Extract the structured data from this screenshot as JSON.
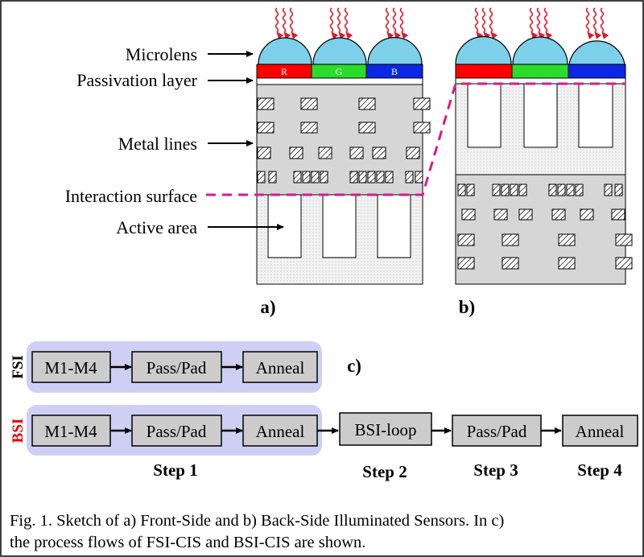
{
  "labels": {
    "microlens": "Microlens",
    "passivation": "Passivation layer",
    "metal": "Metal lines",
    "interaction": "Interaction surface",
    "active": "Active area"
  },
  "filters": {
    "r": "R",
    "g": "G",
    "b": "B"
  },
  "panels": {
    "a": "a)",
    "b": "b)",
    "c": "c)"
  },
  "flow": {
    "fsi_tag": "FSI",
    "bsi_tag": "BSI",
    "fsi_steps": [
      "M1-M4",
      "Pass/Pad",
      "Anneal"
    ],
    "bsi_steps": [
      "M1-M4",
      "Pass/Pad",
      "Anneal",
      "BSI-loop",
      "Pass/Pad",
      "Anneal"
    ],
    "step_labels": [
      "Step 1",
      "Step 2",
      "Step 3",
      "Step 4"
    ]
  },
  "caption": {
    "line1": "Fig. 1.  Sketch of a) Front-Side and b) Back-Side Illuminated Sensors. In c)",
    "line2": "the process flows of FSI-CIS and BSI-CIS are shown."
  },
  "colors": {
    "microlens": "#7dd0ea",
    "red_filter": "#ff0000",
    "green_filter": "#2bdc2b",
    "blue_filter": "#0a27e6",
    "light": "#e0192a",
    "dashed": "#d81b8c",
    "substrate": "#d6d6d6",
    "group_bg": "#cfcff5",
    "bsi_tag": "#e00000",
    "box_fill": "#cccccc"
  }
}
